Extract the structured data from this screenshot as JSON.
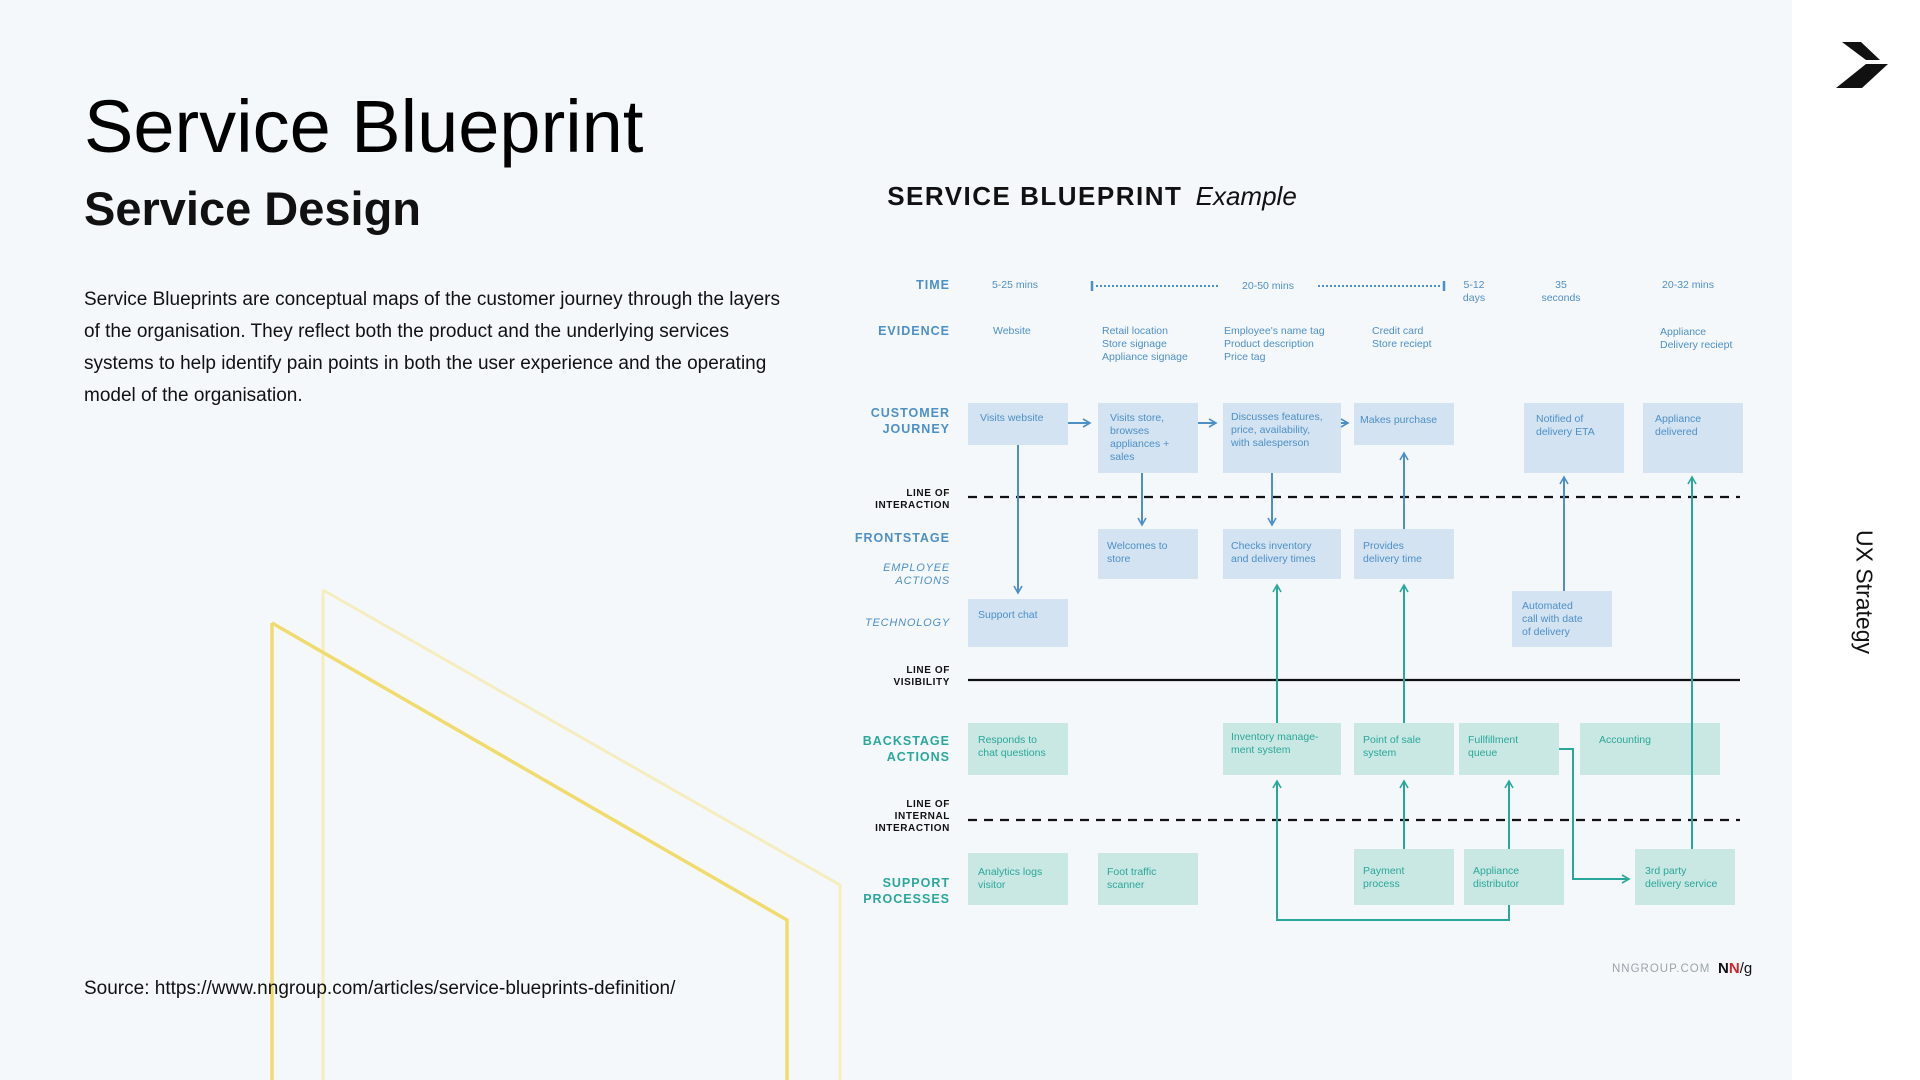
{
  "slide": {
    "title": "Service Blueprint",
    "subtitle": "Service Design",
    "description": "Service Blueprints are conceptual maps of the customer journey through the layers of the organisation. They reflect both the product and the underlying services systems to help identify pain points in both the user experience and the operating model of the organisation.",
    "source": "Source: https://www.nngroup.com/articles/service-blueprints-definition/",
    "side_label": "UX Strategy"
  },
  "diagram": {
    "heading_bold": "SERVICE BLUEPRINT",
    "heading_italic": "Example",
    "footer_site": "NNGROUP.COM",
    "footer_logo_n1": "N",
    "footer_logo_n2": "N",
    "footer_logo_g": "/g",
    "row_labels": {
      "time": "TIME",
      "evidence": "EVIDENCE",
      "customer_journey_1": "CUSTOMER",
      "customer_journey_2": "JOURNEY",
      "line_interaction_1": "LINE OF",
      "line_interaction_2": "INTERACTION",
      "frontstage": "FRONTSTAGE",
      "employee_actions_1": "EMPLOYEE",
      "employee_actions_2": "ACTIONS",
      "technology": "TECHNOLOGY",
      "line_visibility_1": "LINE OF",
      "line_visibility_2": "VISIBILITY",
      "backstage_1": "BACKSTAGE",
      "backstage_2": "ACTIONS",
      "line_internal_1": "LINE OF",
      "line_internal_2": "INTERNAL",
      "line_internal_3": "INTERACTION",
      "support_1": "SUPPORT",
      "support_2": "PROCESSES"
    },
    "time": {
      "t1": "5-25 mins",
      "t2": "20-50 mins",
      "t3_1": "5-12",
      "t3_2": "days",
      "t4_1": "35",
      "t4_2": "seconds",
      "t5": "20-32 mins"
    },
    "evidence": {
      "e1": "Website",
      "e2_1": "Retail location",
      "e2_2": "Store signage",
      "e2_3": "Appliance signage",
      "e3_1": "Employee's name tag",
      "e3_2": "Product description",
      "e3_3": "Price tag",
      "e4_1": "Credit card",
      "e4_2": "Store reciept",
      "e5_1": "Appliance",
      "e5_2": "Delivery reciept"
    },
    "journey": {
      "j1": "Visits website",
      "j2_1": "Visits store,",
      "j2_2": "browses",
      "j2_3": "appliances +",
      "j2_4": "sales",
      "j3_1": "Discusses features,",
      "j3_2": "price, availability,",
      "j3_3": "with salesperson",
      "j4": "Makes purchase",
      "j5_1": "Notified of",
      "j5_2": "delivery ETA",
      "j6_1": "Appliance",
      "j6_2": "delivered"
    },
    "frontstage": {
      "f1_1": "Welcomes to",
      "f1_2": "store",
      "f2_1": "Checks inventory",
      "f2_2": "and delivery times",
      "f3_1": "Provides",
      "f3_2": "delivery time"
    },
    "technology": {
      "tech1": "Support chat",
      "tech2_1": "Automated",
      "tech2_2": "call with date",
      "tech2_3": "of delivery"
    },
    "backstage": {
      "b1_1": "Responds to",
      "b1_2": "chat questions",
      "b2_1": "Inventory manage-",
      "b2_2": "ment system",
      "b3_1": "Point of sale",
      "b3_2": "system",
      "b4_1": "Fullfillment",
      "b4_2": "queue",
      "b5": "Accounting"
    },
    "support": {
      "s1_1": "Analytics logs",
      "s1_2": "visitor",
      "s2_1": "Foot traffic",
      "s2_2": "scanner",
      "s3_1": "Payment",
      "s3_2": "process",
      "s4_1": "Appliance",
      "s4_2": "distributor",
      "s5_1": "3rd party",
      "s5_2": "delivery service"
    }
  }
}
